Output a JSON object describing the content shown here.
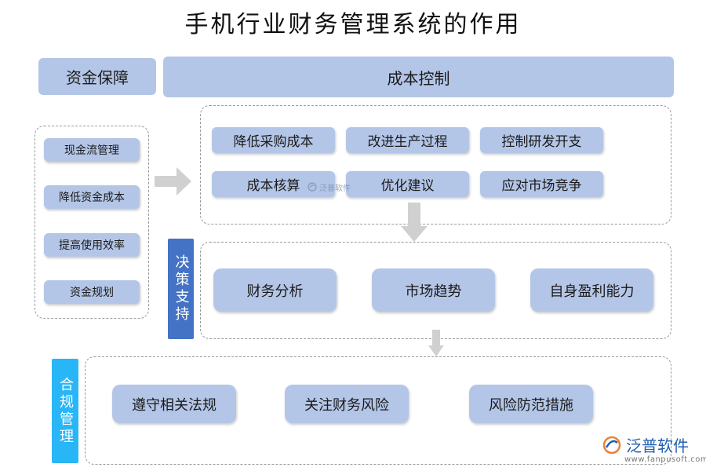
{
  "title": "手机行业财务管理系统的作用",
  "funding": {
    "header": "资金保障",
    "items": [
      "现金流管理",
      "降低资金成本",
      "提高使用效率",
      "资金规划"
    ]
  },
  "cost": {
    "header": "成本控制",
    "items": [
      "降低采购成本",
      "改进生产过程",
      "控制研发开支",
      "成本核算",
      "优化建议",
      "应对市场竞争"
    ]
  },
  "decision": {
    "label": "决策支持",
    "items": [
      "财务分析",
      "市场趋势",
      "自身盈利能力"
    ]
  },
  "compliance": {
    "label": "合规管理",
    "items": [
      "遵守相关法规",
      "关注财务风险",
      "风险防范措施"
    ]
  },
  "colors": {
    "box_fill": "#b4c6e7",
    "decision_tag": "#4472c4",
    "compliance_tag": "#29b6f6",
    "arrow": "#d0d0d0"
  },
  "watermark": {
    "center_text": "泛普软件",
    "brand": "泛普软件",
    "url": "www.fanpusoft.com"
  }
}
